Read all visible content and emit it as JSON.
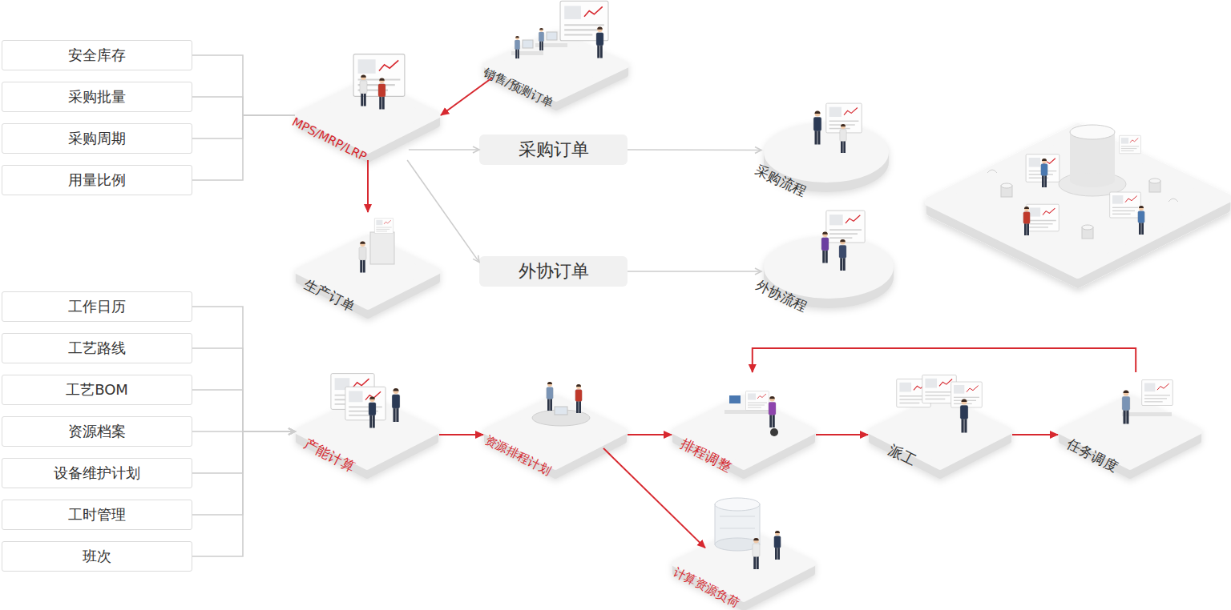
{
  "diagram": {
    "nodes": [
      {
        "text": [
          "安全库存"
        ]
      },
      {
        "text": [
          "采购批量"
        ]
      },
      {
        "text": [
          "采购周期"
        ]
      },
      {
        "text": [
          "用量比例"
        ]
      },
      {
        "text": [
          "销售/预测订单"
        ]
      },
      {
        "text": [
          "MPS/MRP/LRP"
        ]
      },
      {
        "text": [
          "采购订单"
        ]
      },
      {
        "text": [
          "采购流程"
        ]
      },
      {
        "text": [
          "生产订单"
        ]
      },
      {
        "text": [
          "外协订单"
        ]
      },
      {
        "text": [
          "外协流程"
        ]
      },
      {
        "text": [
          "工作日历"
        ]
      },
      {
        "text": [
          "工艺路线"
        ]
      },
      {
        "text": [
          "工艺BOM"
        ]
      },
      {
        "text": [
          "资源档案"
        ]
      },
      {
        "text": [
          "设备维护计划"
        ]
      },
      {
        "text": [
          "工时管理"
        ]
      },
      {
        "text": [
          "班次"
        ]
      },
      {
        "text": [
          "产能计算"
        ]
      },
      {
        "text": [
          "资源排程计划"
        ]
      },
      {
        "text": [
          "排程调整"
        ]
      },
      {
        "text": [
          "派工"
        ]
      },
      {
        "text": [
          "任务调度"
        ]
      },
      {
        "text": [
          "计算资源负荷"
        ]
      }
    ],
    "edges": [
      {
        "from": 0,
        "to": 5,
        "arrow": "none"
      },
      {
        "from": 1,
        "to": 5,
        "arrow": "none"
      },
      {
        "from": 2,
        "to": 5,
        "arrow": "none"
      },
      {
        "from": 3,
        "to": 5,
        "arrow": "none"
      },
      {
        "from": 4,
        "to": 5,
        "arrow": "to"
      },
      {
        "from": 5,
        "to": 8,
        "arrow": "to"
      },
      {
        "from": 5,
        "to": 6,
        "arrow": "to"
      },
      {
        "from": 5,
        "to": 9,
        "arrow": "to"
      },
      {
        "from": 6,
        "to": 7,
        "arrow": "to"
      },
      {
        "from": 9,
        "to": 10,
        "arrow": "to"
      },
      {
        "from": 11,
        "to": 18,
        "arrow": "to"
      },
      {
        "from": 12,
        "to": 18,
        "arrow": "to"
      },
      {
        "from": 13,
        "to": 18,
        "arrow": "to"
      },
      {
        "from": 14,
        "to": 18,
        "arrow": "to"
      },
      {
        "from": 15,
        "to": 18,
        "arrow": "to"
      },
      {
        "from": 16,
        "to": 18,
        "arrow": "to"
      },
      {
        "from": 17,
        "to": 18,
        "arrow": "to"
      },
      {
        "from": 18,
        "to": 19,
        "arrow": "to"
      },
      {
        "from": 19,
        "to": 20,
        "arrow": "to"
      },
      {
        "from": 20,
        "to": 21,
        "arrow": "to"
      },
      {
        "from": 21,
        "to": 22,
        "arrow": "to"
      },
      {
        "from": 22,
        "to": 20,
        "arrow": "to"
      },
      {
        "from": 19,
        "to": 23,
        "arrow": "to"
      }
    ]
  }
}
